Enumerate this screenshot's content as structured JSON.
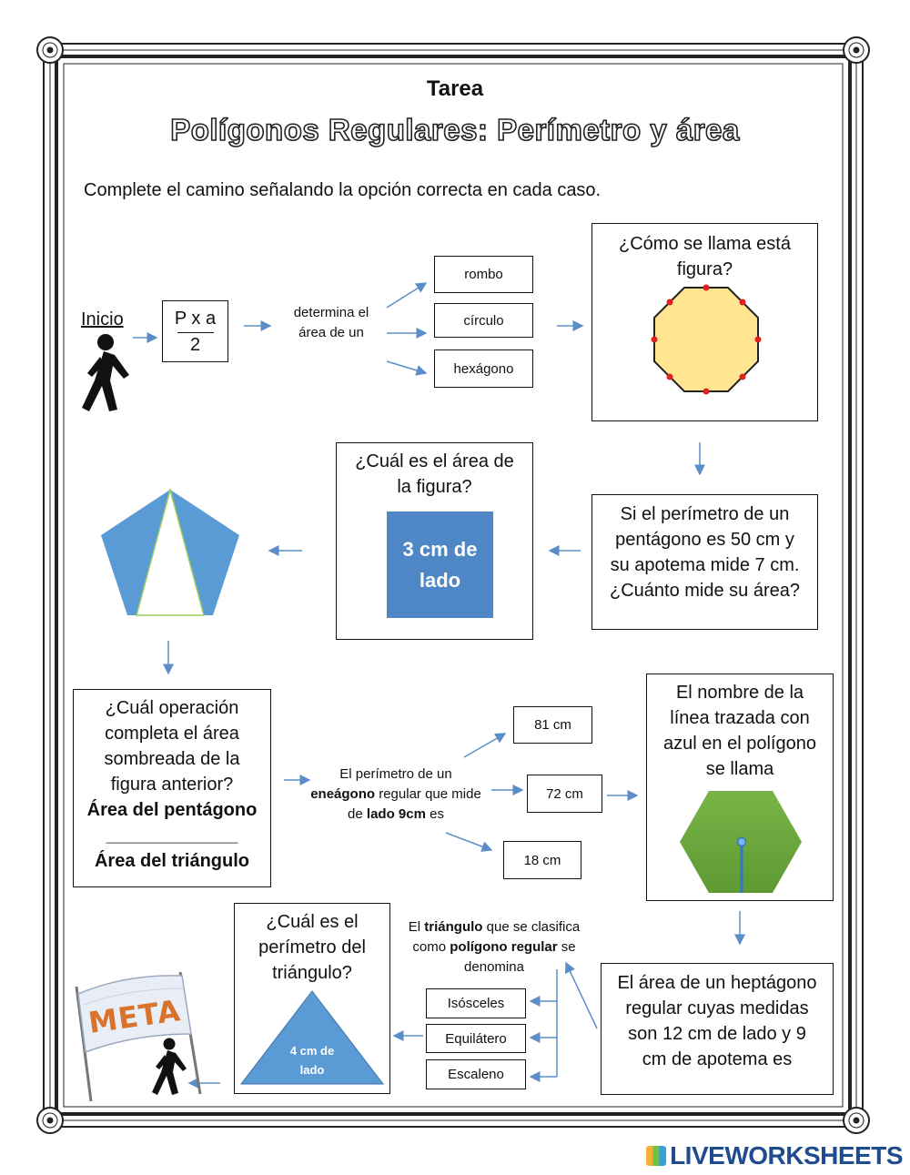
{
  "header": {
    "title": "Tarea",
    "subtitle": "Polígonos Regulares: Perímetro y área",
    "instruction": "Complete el camino señalando la opción correcta en cada caso."
  },
  "start": {
    "label": "Inicio",
    "formula_top": "P x a",
    "formula_bottom": "2"
  },
  "step1": {
    "prompt_line1": "determina el",
    "prompt_line2": "área de un",
    "options": [
      "rombo",
      "círculo",
      "hexágono"
    ]
  },
  "step2": {
    "question_line1": "¿Cómo se llama está",
    "question_line2": "figura?"
  },
  "step3": {
    "lines": [
      "Si el perímetro de un",
      "pentágono es 50 cm y",
      "su apotema mide 7 cm.",
      "¿Cuánto mide su área?"
    ]
  },
  "step4": {
    "question_line1": "¿Cuál es el área de",
    "question_line2": "la figura?",
    "square_line1": "3 cm de",
    "square_line2": "lado"
  },
  "step5": {
    "lines": [
      "¿Cuál operación",
      "completa el área",
      "sombreada de la",
      "figura anterior?"
    ],
    "bold1": "Área del pentágono",
    "divider": "_____________",
    "bold2": "Área del triángulo"
  },
  "step6": {
    "line1": "El  perímetro de un",
    "line2_bold": "eneágono",
    "line2_rest": " regular que mide",
    "line3_pre": "de ",
    "line3_bold": "lado 9cm",
    "line3_post": " es",
    "options": [
      "81 cm",
      "72 cm",
      "18 cm"
    ]
  },
  "step7": {
    "lines": [
      "El nombre de la",
      "línea trazada con",
      "azul en el polígono",
      "se llama"
    ]
  },
  "step8": {
    "lines": [
      "El área de un heptágono",
      "regular cuyas medidas",
      "son 12 cm de lado y 9",
      "cm de apotema  es"
    ]
  },
  "step9": {
    "line1_pre": "El  ",
    "line1_bold": "triángulo",
    "line1_post": " que se clasifica",
    "line2_pre": "como ",
    "line2_bold": "polígono regular",
    "line2_post": " se",
    "line3": "denomina",
    "options": [
      "Isósceles",
      "Equilátero",
      "Escaleno"
    ]
  },
  "step10": {
    "lines": [
      "¿Cuál es el",
      "perímetro del",
      "triángulo?"
    ],
    "triangle_line1": "4 cm de",
    "triangle_line2": "lado"
  },
  "finish": {
    "banner": "META"
  },
  "footer": {
    "brand": "LIVEWORKSHEETS"
  },
  "colors": {
    "accent_blue": "#4f86c6",
    "octagon_fill": "#ffe58f",
    "hexagon_green": "#6aaa3a",
    "arrow": "#5b8ec9"
  }
}
